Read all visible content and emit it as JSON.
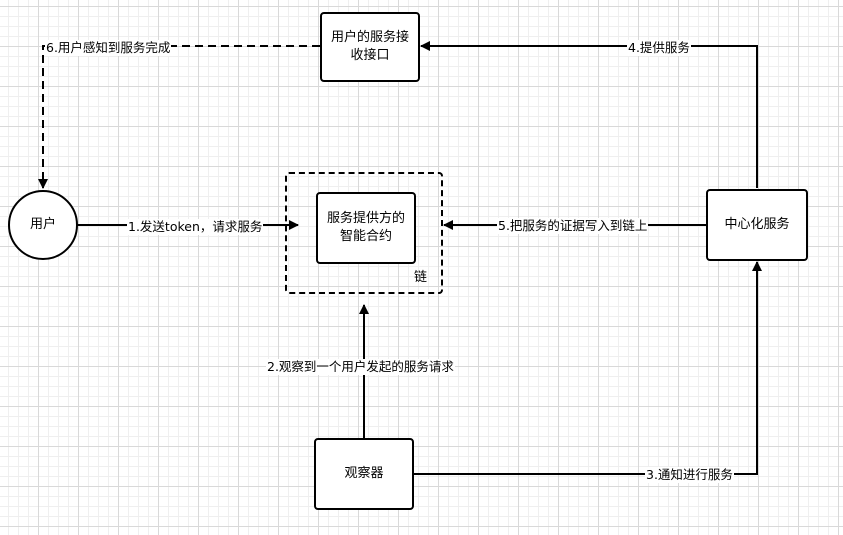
{
  "nodes": {
    "receiver": "用户的服务接收接口",
    "user": "用户",
    "group_label": "链",
    "contract": "服务提供方的智能合约",
    "central": "中心化服务",
    "observer": "观察器"
  },
  "edges": {
    "e1": "1.发送token，请求服务",
    "e2": "2.观察到一个用户发起的服务请求",
    "e3": "3.通知进行服务",
    "e4": "4.提供服务",
    "e5": "5.把服务的证据写入到链上",
    "e6": "6.用户感知到服务完成"
  },
  "colors": {
    "line": "#000000",
    "grid": "#d9d9d9"
  }
}
